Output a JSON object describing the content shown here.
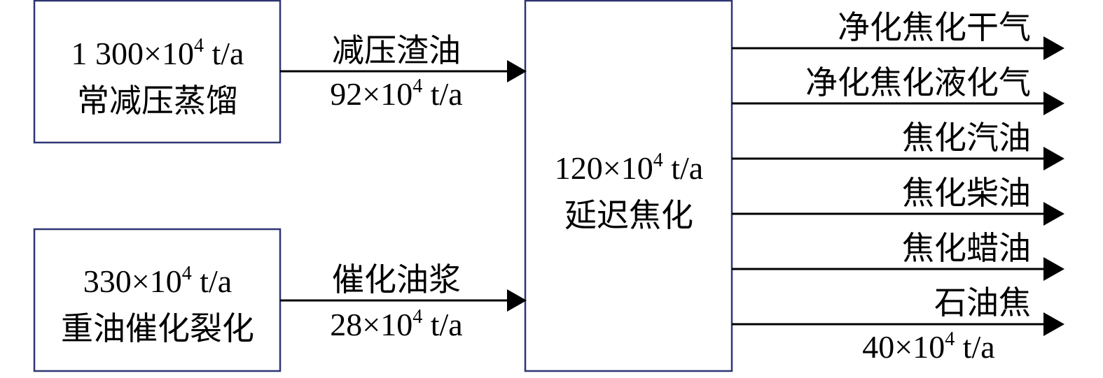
{
  "colors": {
    "box_stroke": "#2e3573",
    "text": "#000000",
    "background": "#ffffff"
  },
  "boxes": {
    "atm_vac": {
      "line1_lead": "1 300×10",
      "line1_sup": "4",
      "line1_tail": " t/a",
      "line2": "常减压蒸馏"
    },
    "rfcc": {
      "line1_lead": "330×10",
      "line1_sup": "4",
      "line1_tail": " t/a",
      "line2": "重油催化裂化"
    },
    "coker": {
      "line1_lead": "120×10",
      "line1_sup": "4",
      "line1_tail": " t/a",
      "line2": "延迟焦化"
    }
  },
  "inputs": {
    "vacuum_residue": {
      "name": "减压渣油",
      "rate_lead": "92×10",
      "rate_sup": "4",
      "rate_tail": " t/a"
    },
    "slurry_oil": {
      "name": "催化油浆",
      "rate_lead": "28×10",
      "rate_sup": "4",
      "rate_tail": " t/a"
    }
  },
  "outputs": {
    "o1": {
      "name": "净化焦化干气"
    },
    "o2": {
      "name": "净化焦化液化气"
    },
    "o3": {
      "name": "焦化汽油"
    },
    "o4": {
      "name": "焦化柴油"
    },
    "o5": {
      "name": "焦化蜡油"
    },
    "o6": {
      "name": "石油焦",
      "rate_lead": "40×10",
      "rate_sup": "4",
      "rate_tail": " t/a"
    }
  }
}
